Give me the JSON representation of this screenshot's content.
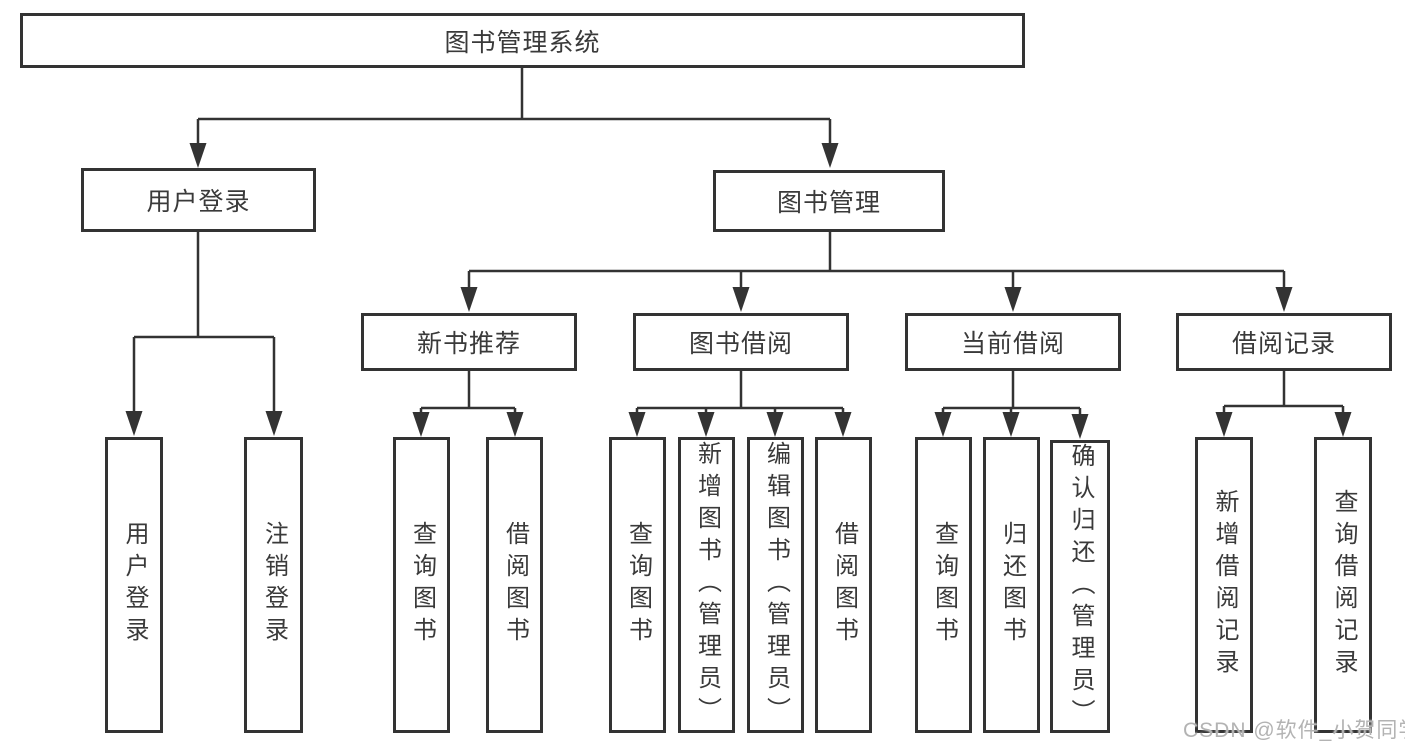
{
  "diagram": {
    "root": {
      "label": "图书管理系统"
    },
    "branches": [
      {
        "label": "用户登录",
        "children": [
          {
            "label": "用户登录"
          },
          {
            "label": "注销登录"
          }
        ]
      },
      {
        "label": "图书管理",
        "children": [
          {
            "label": "新书推荐",
            "children": [
              {
                "label": "查询图书"
              },
              {
                "label": "借阅图书"
              }
            ]
          },
          {
            "label": "图书借阅",
            "children": [
              {
                "label": "查询图书"
              },
              {
                "label": "新增图书（管理员）"
              },
              {
                "label": "编辑图书（管理员）"
              },
              {
                "label": "借阅图书"
              }
            ]
          },
          {
            "label": "当前借阅",
            "children": [
              {
                "label": "查询图书"
              },
              {
                "label": "归还图书"
              },
              {
                "label": "确认归还（管理员）"
              }
            ]
          },
          {
            "label": "借阅记录",
            "children": [
              {
                "label": "新增借阅记录"
              },
              {
                "label": "查询借阅记录"
              }
            ]
          }
        ]
      }
    ]
  },
  "watermark": {
    "text": "CSDN @软件_小贺同学"
  },
  "colors": {
    "line": "#333333",
    "text": "#3a3a3a",
    "watermark": "#b3b3b3",
    "background": "#ffffff"
  }
}
